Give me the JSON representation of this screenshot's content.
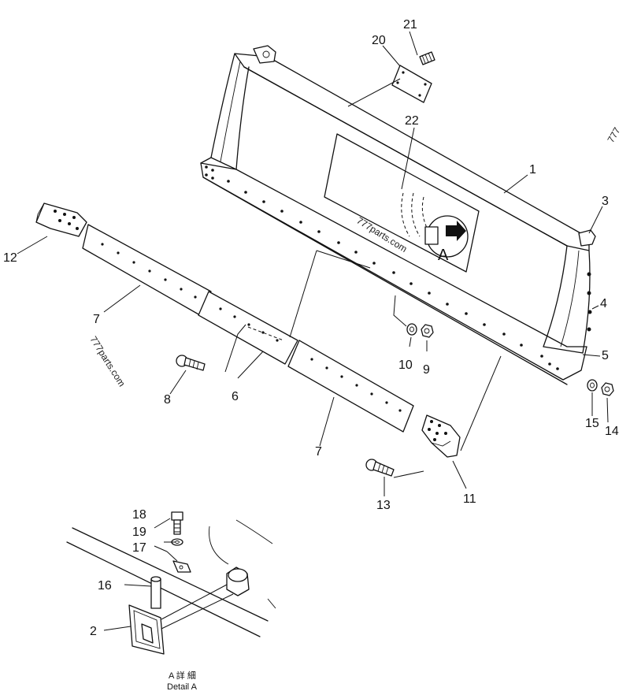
{
  "callouts": [
    {
      "id": "c1",
      "text": "1"
    },
    {
      "id": "c2",
      "text": "2"
    },
    {
      "id": "c3",
      "text": "3"
    },
    {
      "id": "c4",
      "text": "4"
    },
    {
      "id": "c5",
      "text": "5"
    },
    {
      "id": "c6",
      "text": "6"
    },
    {
      "id": "c7a",
      "text": "7"
    },
    {
      "id": "c7b",
      "text": "7"
    },
    {
      "id": "c8",
      "text": "8"
    },
    {
      "id": "c9",
      "text": "9"
    },
    {
      "id": "c10",
      "text": "10"
    },
    {
      "id": "c11",
      "text": "11"
    },
    {
      "id": "c12",
      "text": "12"
    },
    {
      "id": "c13",
      "text": "13"
    },
    {
      "id": "c14",
      "text": "14"
    },
    {
      "id": "c15",
      "text": "15"
    },
    {
      "id": "c16",
      "text": "16"
    },
    {
      "id": "c17",
      "text": "17"
    },
    {
      "id": "c18",
      "text": "18"
    },
    {
      "id": "c19",
      "text": "19"
    },
    {
      "id": "c20",
      "text": "20"
    },
    {
      "id": "c21",
      "text": "21"
    },
    {
      "id": "c22",
      "text": "22"
    }
  ],
  "detail_marker": "A",
  "detail_caption_jp": "A 詳 細",
  "detail_caption_en": "Detail A",
  "watermarks": [
    {
      "id": "wm1",
      "text": "777parts.com"
    },
    {
      "id": "wm2",
      "text": "777parts.com"
    },
    {
      "id": "wm3",
      "text": "777"
    }
  ]
}
